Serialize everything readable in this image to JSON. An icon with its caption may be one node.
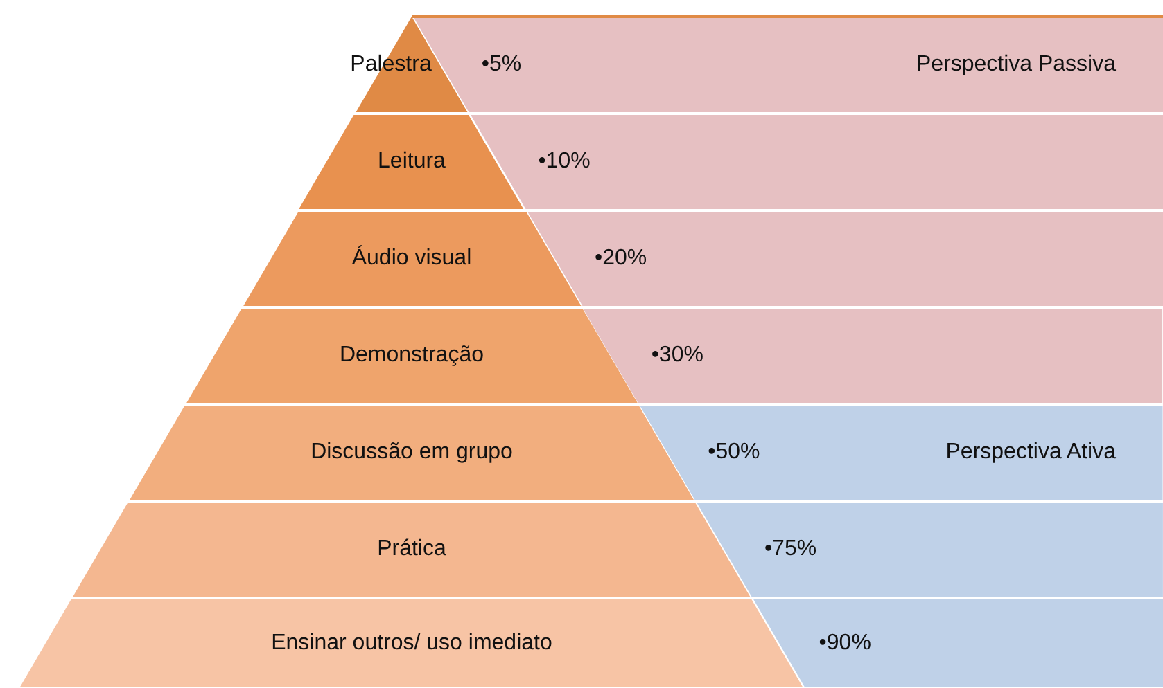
{
  "diagram": {
    "nodes": [
      {
        "text": [
          "Palestra"
        ]
      },
      {
        "text": [
          "Leitura"
        ]
      },
      {
        "text": [
          "Áudio visual"
        ]
      },
      {
        "text": [
          "Demonstração"
        ]
      },
      {
        "text": [
          "Discussão em grupo"
        ]
      },
      {
        "text": [
          "Prática"
        ]
      },
      {
        "text": [
          "Ensinar outros/ uso imediato"
        ]
      },
      {
        "text": [
          "•5%",
          "Perspectiva Passiva"
        ]
      },
      {
        "text": [
          "•10%"
        ]
      },
      {
        "text": [
          "•20%"
        ]
      },
      {
        "text": [
          "•30%"
        ]
      },
      {
        "text": [
          "•50%",
          "Perspectiva Ativa"
        ]
      },
      {
        "text": [
          "•75%"
        ]
      },
      {
        "text": [
          "•90%"
        ]
      }
    ]
  }
}
